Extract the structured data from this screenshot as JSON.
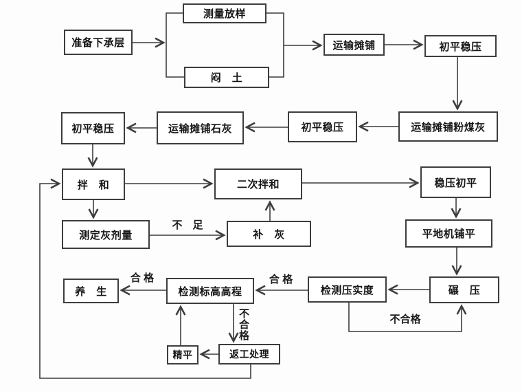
{
  "diagram": {
    "title": "lime-flyash-base-construction-flowchart",
    "nodes": {
      "prepare": {
        "label": "准备下承层"
      },
      "survey": {
        "label": "测量放样"
      },
      "soil": {
        "label": "闷　土"
      },
      "transport": {
        "label": "运输摊铺"
      },
      "leveling1": {
        "label": "初平稳压"
      },
      "flyash": {
        "label": "运输摊铺粉煤灰"
      },
      "leveling2": {
        "label": "初平稳压"
      },
      "lime": {
        "label": "运输摊铺石灰"
      },
      "leveling3": {
        "label": "初平稳压"
      },
      "mixing": {
        "label": "拌　和"
      },
      "secondmix": {
        "label": "二次拌和"
      },
      "stablelevel": {
        "label": "稳压初平"
      },
      "measureash": {
        "label": "测定灰剂量"
      },
      "addash": {
        "label": "补　灰"
      },
      "grader": {
        "label": "平地机铺平"
      },
      "curing": {
        "label": "养　生"
      },
      "checkelev": {
        "label": "检测标高高程"
      },
      "checkcompact": {
        "label": "检测压实度"
      },
      "rolling": {
        "label": "碾　压"
      },
      "fineleveling": {
        "label": "精平"
      },
      "rework": {
        "label": "返工处理"
      }
    },
    "edge_labels": {
      "insufficient": "不　足",
      "pass_left": "合 格",
      "pass_right": "合 格",
      "fail_vertical": "不合格",
      "fail_horizontal": "不合格"
    },
    "colors": {
      "line": "#3d3d3d",
      "box_border": "#3d3d3d",
      "box_fill": "#ffffff",
      "text": "#161616",
      "background": "#fdfdfd"
    }
  }
}
